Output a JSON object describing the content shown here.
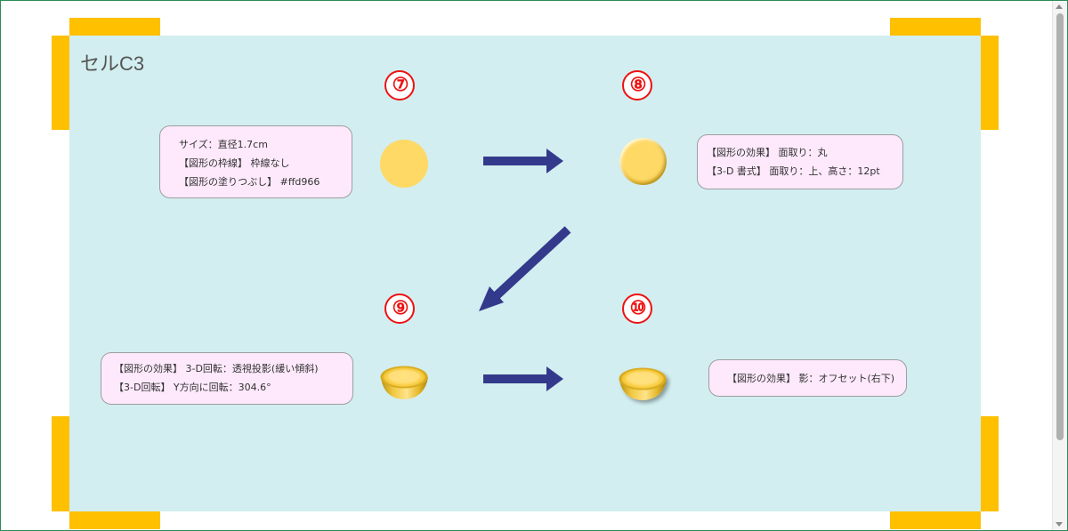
{
  "cell_label": "セルC3",
  "steps": {
    "step7": "⑦",
    "step8": "⑧",
    "step9": "⑨",
    "step10": "⑩"
  },
  "notes": {
    "step7": [
      "サイズ：直径1.7cm",
      "【図形の枠線】 枠線なし",
      "【図形の塗りつぶし】 #ffd966"
    ],
    "step8": [
      "【図形の効果】 面取り：丸",
      "【3-D 書式】 面取り：上、高さ：12pt"
    ],
    "step9": [
      "【図形の効果】 3-D回転：透視投影(緩い傾斜)",
      "【3-D回転】 Y方向に回転：304.6°"
    ],
    "step10": [
      "【図形の効果】 影：オフセット(右下)"
    ]
  },
  "colors": {
    "frame_accent": "#ffc000",
    "canvas_bg": "#d2eef0",
    "coin_fill": "#ffd966",
    "arrow": "#333a8c",
    "step_number": "#ee1111",
    "note_bg": "#fde9fb"
  }
}
